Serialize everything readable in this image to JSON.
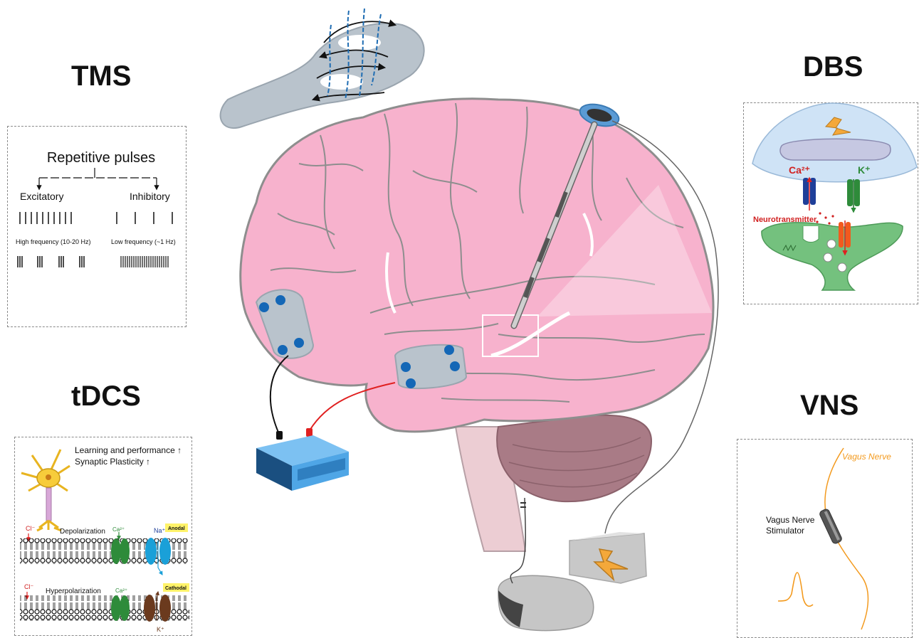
{
  "headings": {
    "tms": "TMS",
    "tdcs": "tDCS",
    "dbs": "DBS",
    "vns": "VNS"
  },
  "tms_panel": {
    "title": "Repetitive pulses",
    "excitatory": "Excitatory",
    "inhibitory": "Inhibitory",
    "high_freq": "High frequency (10-20 Hz)",
    "low_freq": "Low frequency (~1 Hz)"
  },
  "tdcs_panel": {
    "learning": "Learning and performance ↑",
    "plasticity": "Synaptic Plasticity ↑",
    "cl_ion": "Cl⁻",
    "depolarization": "Depolarization",
    "hyperpolarization": "Hyperpolarization",
    "ca_ion": "Ca²⁺",
    "na_ion": "Na⁺",
    "k_ion": "K⁺",
    "anodal": "Anodal",
    "cathodal": "Cathodal"
  },
  "dbs_panel": {
    "ca": "Ca²⁺",
    "k": "K⁺",
    "neurotransmitter": "Neurotransmitter"
  },
  "vns_panel": {
    "nerve": "Vagus Nerve",
    "stimulator_line1": "Vagus Nerve",
    "stimulator_line2": "Stimulator"
  },
  "colors": {
    "brain": "#f7b2cd",
    "brain_outline": "#8e8e8e",
    "cerebellum": "#a97b86",
    "device_gray": "#b9c3cc",
    "electrode_dot": "#1467b6",
    "tdcs_box": "#4fa6e6",
    "red_wire": "#e02020",
    "ion_green": "#2e8b3a",
    "vagus_orange": "#f39a1e",
    "channel_blue": "#1f3f99"
  }
}
